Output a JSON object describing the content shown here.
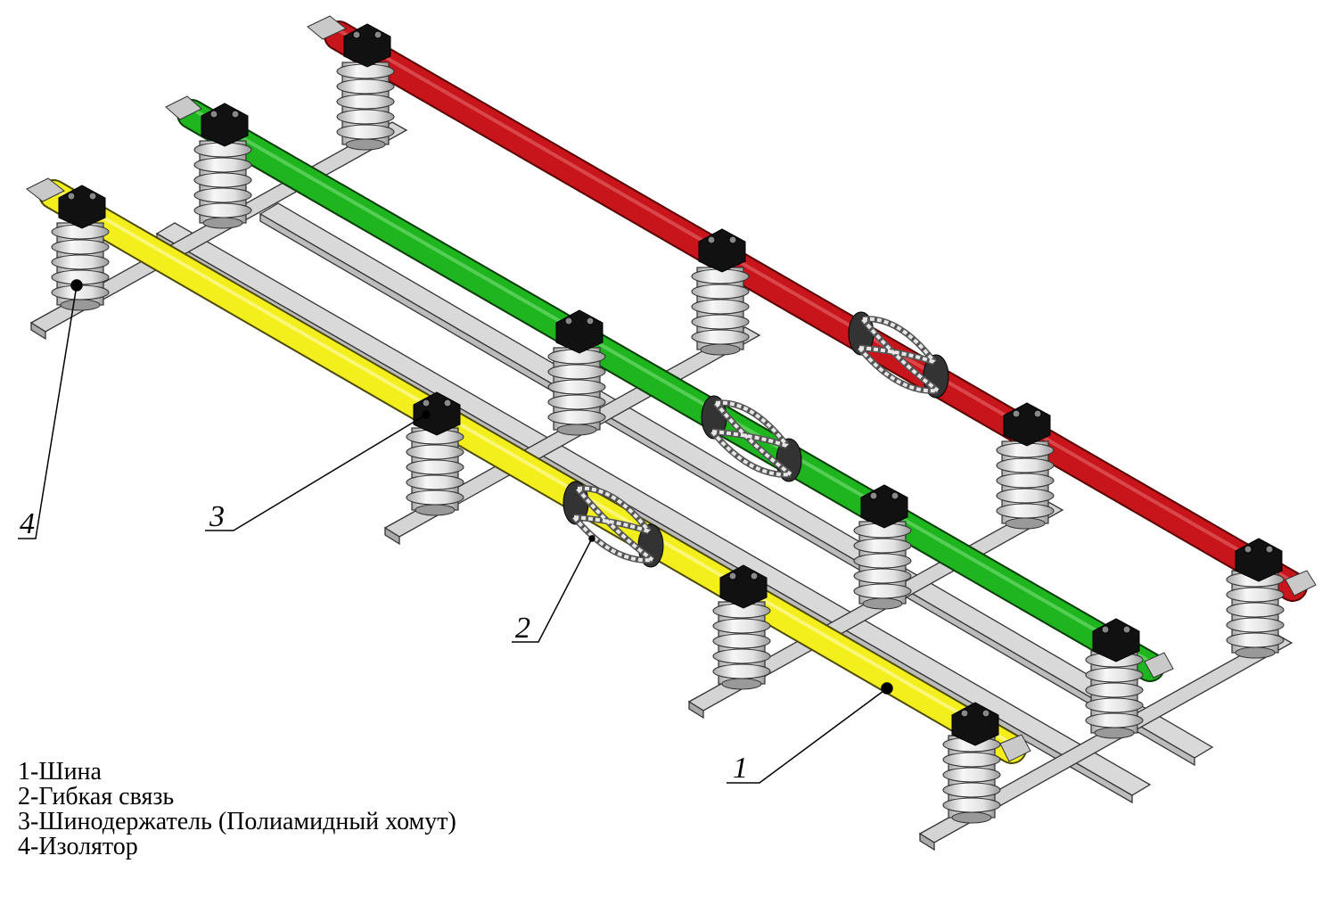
{
  "callouts": [
    {
      "number": "1",
      "target": "bus-bar"
    },
    {
      "number": "2",
      "target": "flexible-link"
    },
    {
      "number": "3",
      "target": "bus-holder"
    },
    {
      "number": "4",
      "target": "insulator"
    }
  ],
  "legend": [
    "1-Шина",
    "2-Гибкая связь",
    "3-Шинодержатель (Полиамидный хомут)",
    "4-Изолятор"
  ],
  "colors": {
    "bus_red": "#c8151b",
    "bus_green": "#1fb51f",
    "bus_yellow": "#f3ef1c",
    "insulator": "#e8e8e8",
    "frame": "#d6d6d6",
    "clamp": "#111111"
  }
}
